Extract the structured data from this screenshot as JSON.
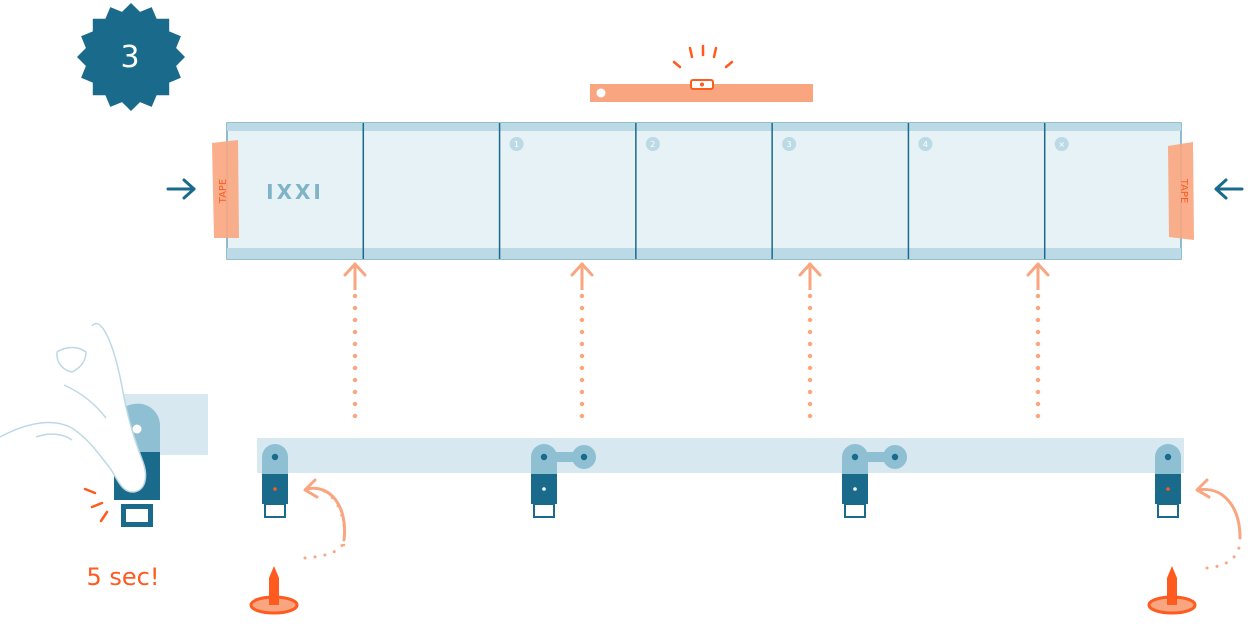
{
  "step": {
    "number": "3"
  },
  "brand": {
    "logo_text": "IXXI"
  },
  "tape": {
    "left_label": "TAPE",
    "right_label": "TAPE"
  },
  "panels": {
    "count": 7,
    "badges": [
      "",
      "",
      "1",
      "2",
      "3",
      "4",
      "×"
    ]
  },
  "instruction": {
    "hold_time": "5 sec!"
  },
  "icons": {
    "level": "spirit-level-icon",
    "push_arrows": "arrow-icon",
    "pin": "push-pin-icon",
    "hand": "finger-press-icon"
  },
  "colors": {
    "primary_dark": "#1a6a8c",
    "panel_fill": "#e6f2f6",
    "panel_border": "#6ea8be",
    "rail_fill": "#b7d8e6",
    "strip_fill": "#d7e8f0",
    "accent_orange": "#ff5a1f",
    "light_orange": "#f9a57f"
  }
}
